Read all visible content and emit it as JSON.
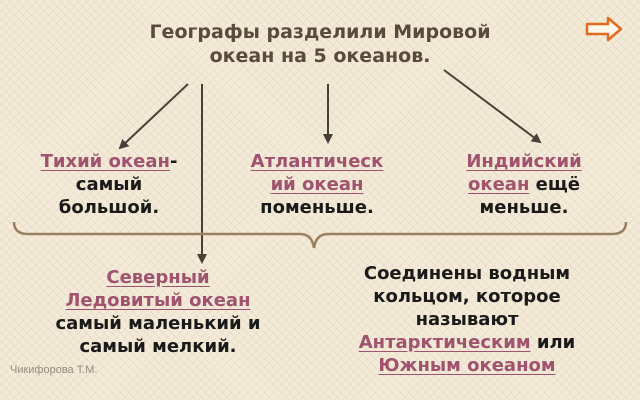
{
  "title": {
    "line1": "Географы разделили Мировой",
    "line2": "океан на 5 океанов."
  },
  "pacific": {
    "name": "Тихий океан",
    "dash": "-",
    "line2": "самый",
    "line3": "большой."
  },
  "atlantic": {
    "name_line1": "Атлантическ",
    "name_line2": "ий  океан",
    "line3": "поменьше."
  },
  "indian": {
    "name_line1": "Индийский",
    "name_line2": "океан",
    "rest": " ещё",
    "line3": "меньше."
  },
  "arctic": {
    "name_line1": "Северный",
    "name_line2": "Ледовитый океан",
    "line3": "самый маленький и",
    "line4": "самый мелкий."
  },
  "southern": {
    "line1": "Соединены водным",
    "line2": "кольцом, которое",
    "line3": "называют",
    "name1": "Антарктическим",
    "connector": " или",
    "name2": "Южным океаном"
  },
  "watermark": "Чикифорова Т.М.",
  "colors": {
    "background": "#f3ead8",
    "title": "#5a4a3c",
    "ocean_name": "#a0526e",
    "arrow": "#4a4038",
    "brace": "#9a8060",
    "nav_arrow": "#e06a1e"
  },
  "icons": {
    "nav": "right-arrow-icon"
  }
}
